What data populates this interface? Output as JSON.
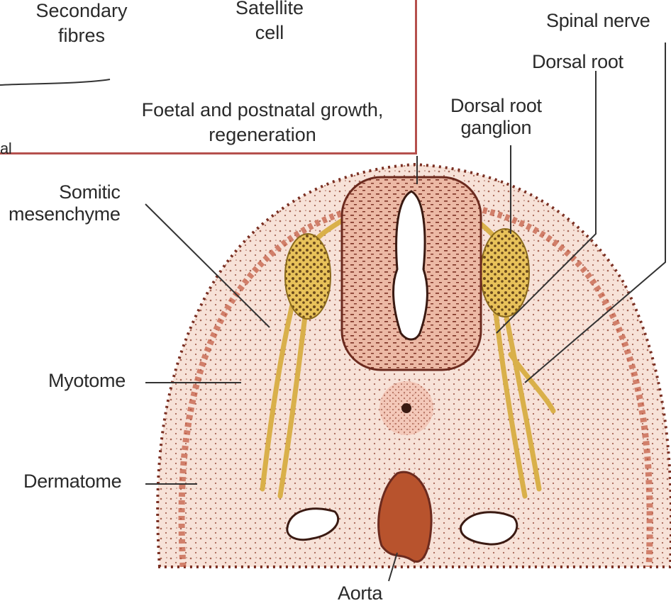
{
  "inset": {
    "secondary_fibres": "Secondary\nfibres",
    "satellite_cell": "Satellite\ncell",
    "growth_caption": "Foetal and postnatal growth,\nregeneration",
    "stray_text": "al"
  },
  "labels": {
    "spinal_nerve": "Spinal nerve",
    "dorsal_root": "Dorsal root",
    "dorsal_root_ganglion": "Dorsal root\nganglion",
    "somitic_mesenchyme": "Somitic\nmesenchyme",
    "myotome": "Myotome",
    "dermatome": "Dermatome",
    "aorta": "Aorta"
  },
  "colors": {
    "box_border": "#b5504d",
    "tissue_fill": "#f6ddd3",
    "neural_tube": "#e9b19c",
    "nerve": "#e6c66a",
    "aorta": "#b8532d",
    "dots": "#7a2f22"
  }
}
